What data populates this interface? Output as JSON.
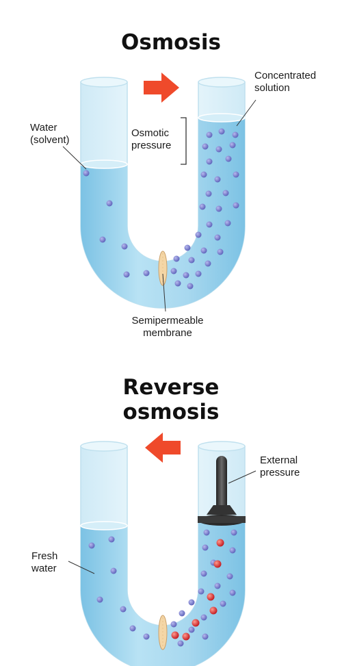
{
  "osmosis": {
    "title": "Osmosis",
    "labels": {
      "water_line1": "Water",
      "water_line2": "(solvent)",
      "pressure_line1": "Osmotic",
      "pressure_line2": "pressure",
      "concentrated_line1": "Concentrated",
      "concentrated_line2": "solution",
      "membrane_line1": "Semipermeable",
      "membrane_line2": "membrane"
    },
    "flow_direction": "right"
  },
  "reverse_osmosis": {
    "title_line1": "Reverse",
    "title_line2": "osmosis",
    "labels": {
      "external_line1": "External",
      "external_line2": "pressure",
      "fresh_line1": "Fresh",
      "fresh_line2": "water"
    },
    "flow_direction": "left"
  },
  "colors": {
    "water": "#a8d8ef",
    "water_dark": "#7cc2e4",
    "tube_glass": "#e8f6fc",
    "solvent_particle": "#6f74c8",
    "solute_particle": "#d8262c",
    "arrow": "#ef4a2b",
    "membrane": "#f4d6a6",
    "piston": "#3a3a3a"
  }
}
